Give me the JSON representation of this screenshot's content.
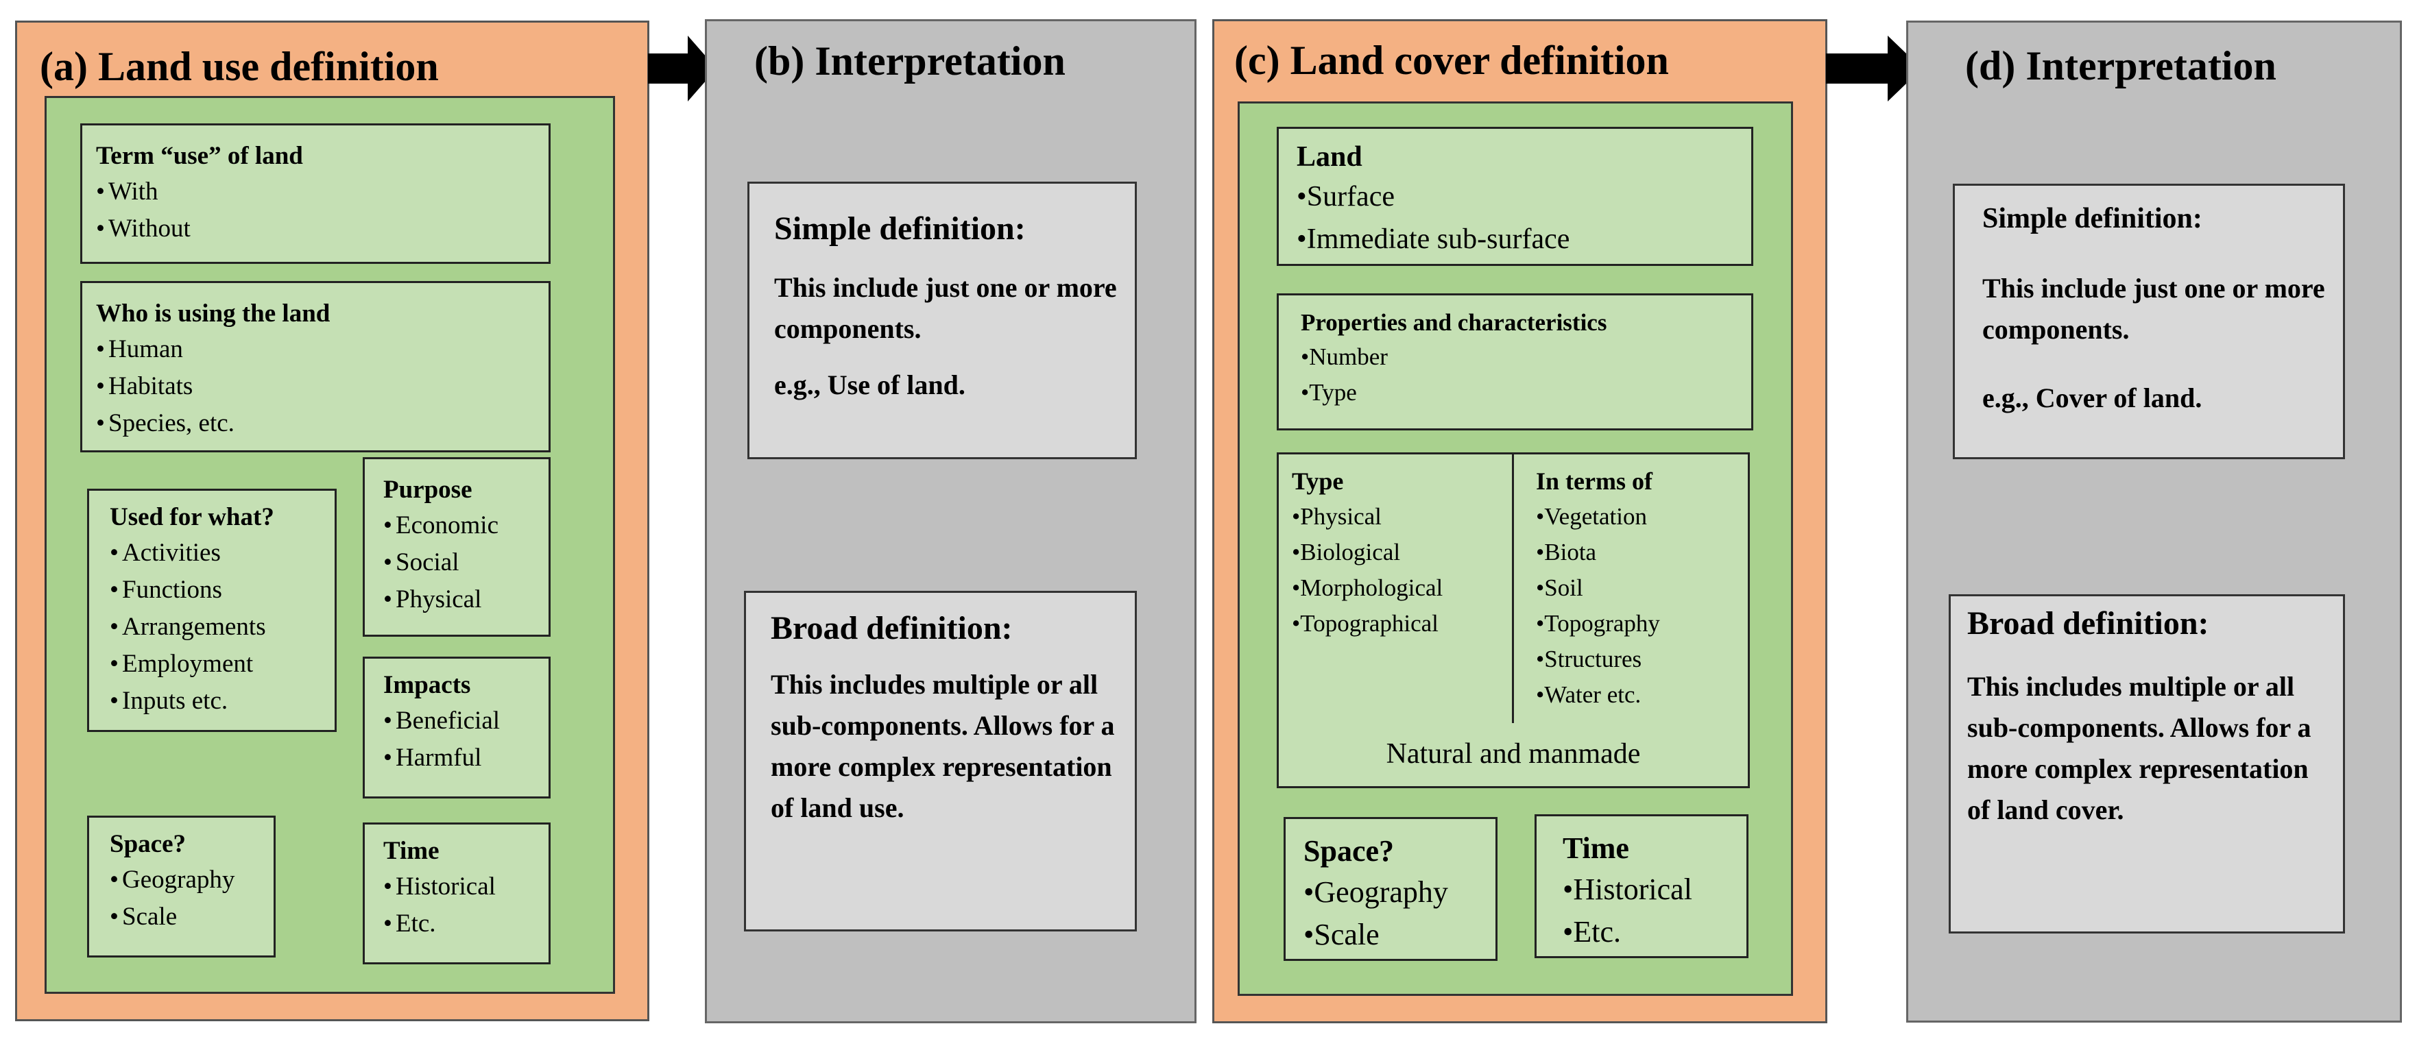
{
  "panel_a": {
    "title": "(a) Land use definition",
    "term_box": {
      "title": "Term “use” of land",
      "items": [
        "With",
        "Without"
      ]
    },
    "who_box": {
      "title": "Who is using the land",
      "items": [
        "Human",
        "Habitats",
        "Species, etc."
      ]
    },
    "used_box": {
      "title": "Used for what?",
      "items": [
        "Activities",
        "Functions",
        "Arrangements",
        "Employment",
        "Inputs etc."
      ]
    },
    "purpose_box": {
      "title": "Purpose",
      "items": [
        "Economic",
        "Social",
        "Physical"
      ]
    },
    "impacts_box": {
      "title": "Impacts",
      "items": [
        "Beneficial",
        "Harmful"
      ]
    },
    "space_box": {
      "title": "Space?",
      "items": [
        "Geography",
        "Scale"
      ]
    },
    "time_box": {
      "title": "Time",
      "items": [
        "Historical",
        "Etc."
      ]
    }
  },
  "panel_b": {
    "title": "(b) Interpretation",
    "simple": {
      "title": "Simple definition:",
      "text1": "This include just one or more components.",
      "text2": "e.g., Use of land."
    },
    "broad": {
      "title": "Broad definition:",
      "text": "This includes multiple or all sub-components. Allows for a more complex representation of land use."
    }
  },
  "panel_c": {
    "title": "(c) Land cover definition",
    "land_box": {
      "title": "Land",
      "items": [
        "Surface",
        "Immediate sub-surface"
      ]
    },
    "props_box": {
      "title": "Properties and characteristics",
      "items": [
        "Number",
        "Type"
      ]
    },
    "type_col": {
      "title": "Type",
      "items": [
        "Physical",
        "Biological",
        "Morphological",
        "Topographical"
      ]
    },
    "terms_col": {
      "title": "In terms of",
      "items": [
        "Vegetation",
        "Biota",
        "Soil",
        "Topography",
        "Structures",
        "Water etc."
      ]
    },
    "natural_label": "Natural and manmade",
    "space_box": {
      "title": "Space?",
      "items": [
        "Geography",
        "Scale"
      ]
    },
    "time_box": {
      "title": "Time",
      "items": [
        "Historical",
        "Etc."
      ]
    }
  },
  "panel_d": {
    "title": "(d) Interpretation",
    "simple": {
      "title": "Simple definition:",
      "text1": "This include just one or more components.",
      "text2": "e.g., Cover of land."
    },
    "broad": {
      "title": "Broad definition:",
      "text": "This includes multiple or all sub-components. Allows for a more complex representation of land cover."
    }
  },
  "colors": {
    "orange_panel": "#F4B183",
    "gray_panel": "#BFBFBF",
    "green_inner": "#A9D18E",
    "light_green_box": "#C5E0B4",
    "light_gray_box": "#D9D9D9",
    "arrow": "#000000"
  }
}
